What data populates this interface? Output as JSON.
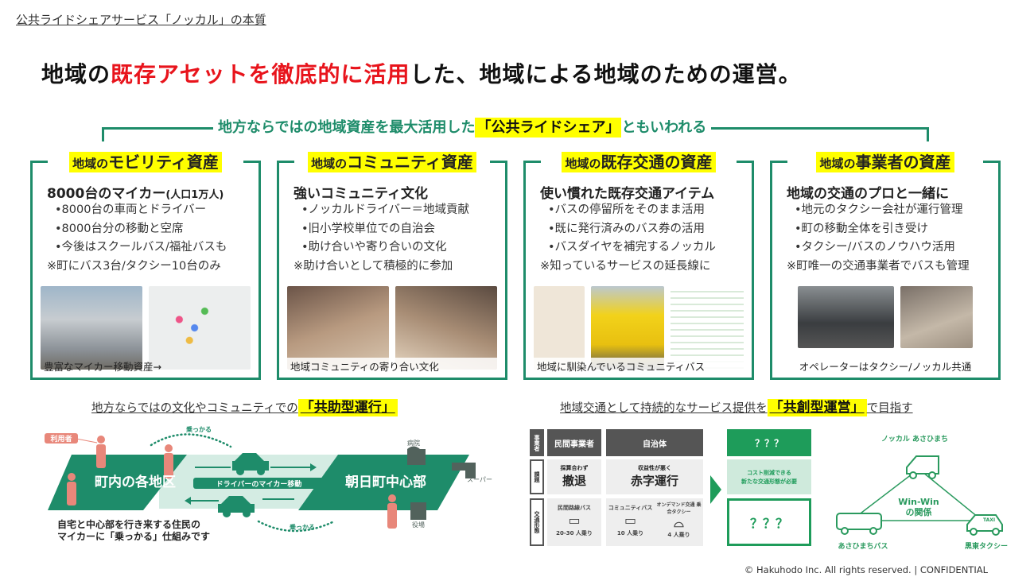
{
  "slide_label": "公共ライドシェアサービス「ノッカル」の本質",
  "headline": {
    "part1": "地域の",
    "highlight": "既存アセットを徹底的に活用",
    "part2": "した、地域による地域のための運営。"
  },
  "subtitle": {
    "before": "地方ならではの地域資産を最大活用した",
    "highlight": "「公共ライドシェア」",
    "after": "ともいわれる"
  },
  "cards": [
    {
      "prefix": "地域の",
      "title": "モビリティ資産",
      "lead": "8000台のマイカー",
      "lead_small": "(人口1万人)",
      "bullets": [
        "•8000台の車両とドライバー",
        "•8000台分の移動と空席",
        "•今後はスクールバス/福祉バスも"
      ],
      "note": "※町にバス3台/タクシー10台のみ",
      "caption": "豊富なマイカー移動資産→"
    },
    {
      "prefix": "地域の",
      "title": "コミュニティ資産",
      "lead": "強いコミュニティ文化",
      "lead_small": "",
      "bullets": [
        "•ノッカルドライバー＝地域貢献",
        "•旧小学校単位での自治会",
        "•助け合いや寄り合いの文化"
      ],
      "note": "※助け合いとして積極的に参加",
      "caption": "地域コミュニティの寄り合い文化"
    },
    {
      "prefix": "地域の",
      "title": "既存交通の資産",
      "lead": "使い慣れた既存交通アイテム",
      "lead_small": "",
      "bullets": [
        "•バスの停留所をそのまま活用",
        "•既に発行済みのバス券の活用",
        "•バスダイヤを補完するノッカル"
      ],
      "note": "※知っているサービスの延長線に",
      "caption": "地域に馴染んでいるコミュニティバス"
    },
    {
      "prefix": "地域の",
      "title": "事業者の資産",
      "lead": "地域の交通のプロと一緒に",
      "lead_small": "",
      "bullets": [
        "•地元のタクシー会社が運行管理",
        "•町の移動全体を引き受け",
        "•タクシー/バスのノウハウ活用"
      ],
      "note": "※町唯一の交通事業者でバスも管理",
      "caption": "オペレーターはタクシー/ノッカル共通"
    }
  ],
  "left_section": {
    "title_before": "地方ならではの文化やコミュニティでの",
    "title_highlight": "「共助型運行」",
    "user_tag": "利用者",
    "area_left": "町内の各地区",
    "area_right": "朝日町中心部",
    "center_label": "ドライバーのマイカー移動",
    "ride_top": "乗っかる",
    "ride_bottom": "乗っかる",
    "hospital": "病院",
    "supermarket": "スーパー",
    "town_hall": "役場",
    "caption_line1": "自宅と中心部を行き来する住民の",
    "caption_line2": "マイカーに「乗っかる」仕組みです"
  },
  "right_section": {
    "title_before": "地域交通として持続的なサービス提供を",
    "title_highlight": "「共創型運営」",
    "title_after": "で目指す",
    "row_labels": [
      "事業者",
      "課題",
      "交通形態"
    ],
    "col1": {
      "header": "民間事業者",
      "issue_small": "採算合わず",
      "issue": "撤退",
      "mode": "民間路線バス",
      "capacity": "20-30 人乗り"
    },
    "col2": {
      "header": "自治体",
      "issue_small": "収益性が悪く",
      "issue": "赤字運行",
      "modes": [
        {
          "mode": "コミュニティバス",
          "capacity": "10 人乗り"
        },
        {
          "mode": "オンデマンド交通 乗合タクシー",
          "capacity": "4 人乗り"
        }
      ]
    },
    "col3": {
      "header": "？？？",
      "issue_line1": "コスト削減できる",
      "issue_line2": "新たな交通形態が必要",
      "mode": "？？？"
    },
    "triangle": {
      "top": "ノッカル あさひまち",
      "left": "あさひまちバス",
      "right": "黒東タクシー",
      "center1": "Win-Win",
      "center2": "の関係",
      "taxi_sign": "TAXI"
    }
  },
  "copyright": "© Hakuhodo Inc. All rights reserved. | CONFIDENTIAL",
  "colors": {
    "green": "#1e8c6a",
    "red": "#e8141c",
    "yellow": "#ffff00",
    "dark": "#555555",
    "pink": "#e8877a"
  }
}
